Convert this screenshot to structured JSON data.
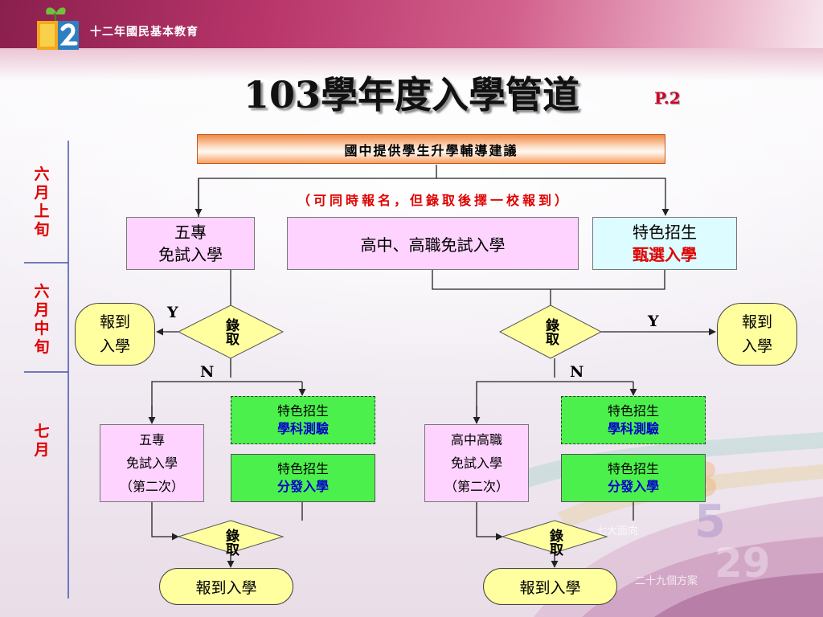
{
  "header": {
    "org_name": "十二年國民基本教育",
    "title": "103學年度入學管道",
    "page_ref": "P.2"
  },
  "timeline": {
    "periods": [
      "六月上旬",
      "六月中旬",
      "七月"
    ]
  },
  "flow": {
    "advice": "國中提供學生升學輔導建議",
    "note": "（可同時報名，但錄取後擇一校報到）",
    "five_year": {
      "line1": "五專",
      "line2": "免試入學"
    },
    "high_school": "高中、高職免試入學",
    "special": {
      "line1": "特色招生",
      "line2": "甄選入學"
    },
    "admit_label": "錄取",
    "yes": "Y",
    "no": "N",
    "report_line1": "報到",
    "report_line2": "入學",
    "report_full": "報到入學",
    "five_year_second": {
      "line1": "五專",
      "line2": "免試入學",
      "line3": "（第二次）"
    },
    "hs_second": {
      "line1": "高中高職",
      "line2": "免試入學",
      "line3": "（第二次）"
    },
    "special_exam": {
      "line1": "特色招生",
      "line2": "學科測驗"
    },
    "special_dist": {
      "line1": "特色招生",
      "line2": "分發入學"
    }
  },
  "decoration": {
    "text1": "七大面向",
    "text2": "二十九個方案"
  },
  "colors": {
    "header_band": "#b8356a",
    "pink_box": "#ffd3ff",
    "green_box": "#4cf04c",
    "report_oval": "#ffff9f",
    "note_red": "#e00000",
    "emphasis_blue": "#0000cc"
  }
}
